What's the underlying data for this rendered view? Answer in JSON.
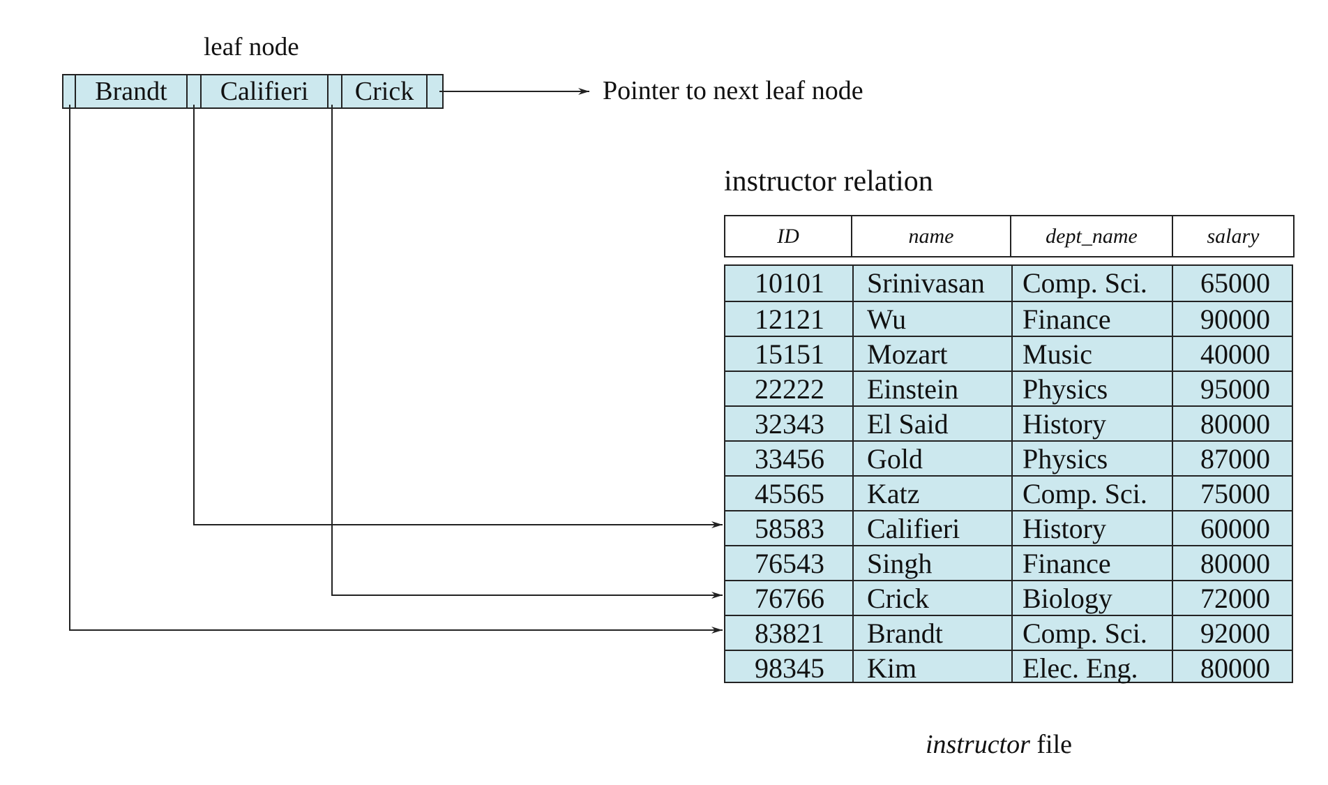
{
  "leaf_node": {
    "label": "leaf node",
    "keys": [
      "Brandt",
      "Califieri",
      "Crick"
    ],
    "next_pointer_label": "Pointer to next leaf node"
  },
  "relation": {
    "title": "instructor relation",
    "columns": [
      "ID",
      "name",
      "dept_name",
      "salary"
    ],
    "rows": [
      [
        "10101",
        "Srinivasan",
        "Comp. Sci.",
        "65000"
      ],
      [
        "12121",
        "Wu",
        "Finance",
        "90000"
      ],
      [
        "15151",
        "Mozart",
        "Music",
        "40000"
      ],
      [
        "22222",
        "Einstein",
        "Physics",
        "95000"
      ],
      [
        "32343",
        "El Said",
        "History",
        "80000"
      ],
      [
        "33456",
        "Gold",
        "Physics",
        "87000"
      ],
      [
        "45565",
        "Katz",
        "Comp. Sci.",
        "75000"
      ],
      [
        "58583",
        "Califieri",
        "History",
        "60000"
      ],
      [
        "76543",
        "Singh",
        "Finance",
        "80000"
      ],
      [
        "76766",
        "Crick",
        "Biology",
        "72000"
      ],
      [
        "83821",
        "Brandt",
        "Comp. Sci.",
        "92000"
      ],
      [
        "98345",
        "Kim",
        "Elec. Eng.",
        "80000"
      ]
    ]
  },
  "caption": {
    "italic_part": "instructor",
    "plain_part": " file"
  },
  "pointers": [
    {
      "from_key": "Brandt",
      "to_row_id": "83821"
    },
    {
      "from_key": "Califieri",
      "to_row_id": "58583"
    },
    {
      "from_key": "Crick",
      "to_row_id": "76766"
    }
  ],
  "colors": {
    "cell_fill": "#cce8ee",
    "line": "#222222"
  }
}
